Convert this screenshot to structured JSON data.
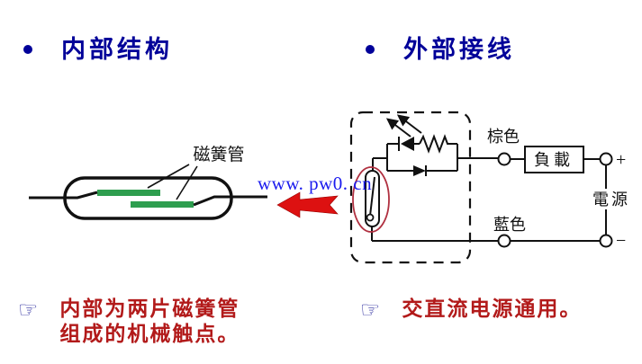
{
  "titles": {
    "left": "内部结构",
    "right": "外部接线"
  },
  "left_diagram": {
    "reed_label": "磁簧管"
  },
  "watermark": "www. pw0. cn",
  "circuit": {
    "brown_wire_label": "棕色",
    "blue_wire_label": "藍色",
    "load_label": "負載",
    "power_label": "電源",
    "plus_sign": "+",
    "minus_sign": "−"
  },
  "notes": {
    "left": {
      "icon": "☞",
      "line1": "内部为两片磁簧管",
      "line2": "组成的机械触点。"
    },
    "right": {
      "icon": "☞",
      "line1": "交直流电源通用。"
    }
  },
  "colors": {
    "title_navy": "#000099",
    "note_red": "#B21A1A",
    "hand_navy": "#2B2B9E",
    "reed_green": "#2E9E4F",
    "arrow_red": "#DD1111",
    "highlight_red": "#B03040",
    "watermark_blue": "#1A1AEE",
    "line_black": "#111111"
  }
}
